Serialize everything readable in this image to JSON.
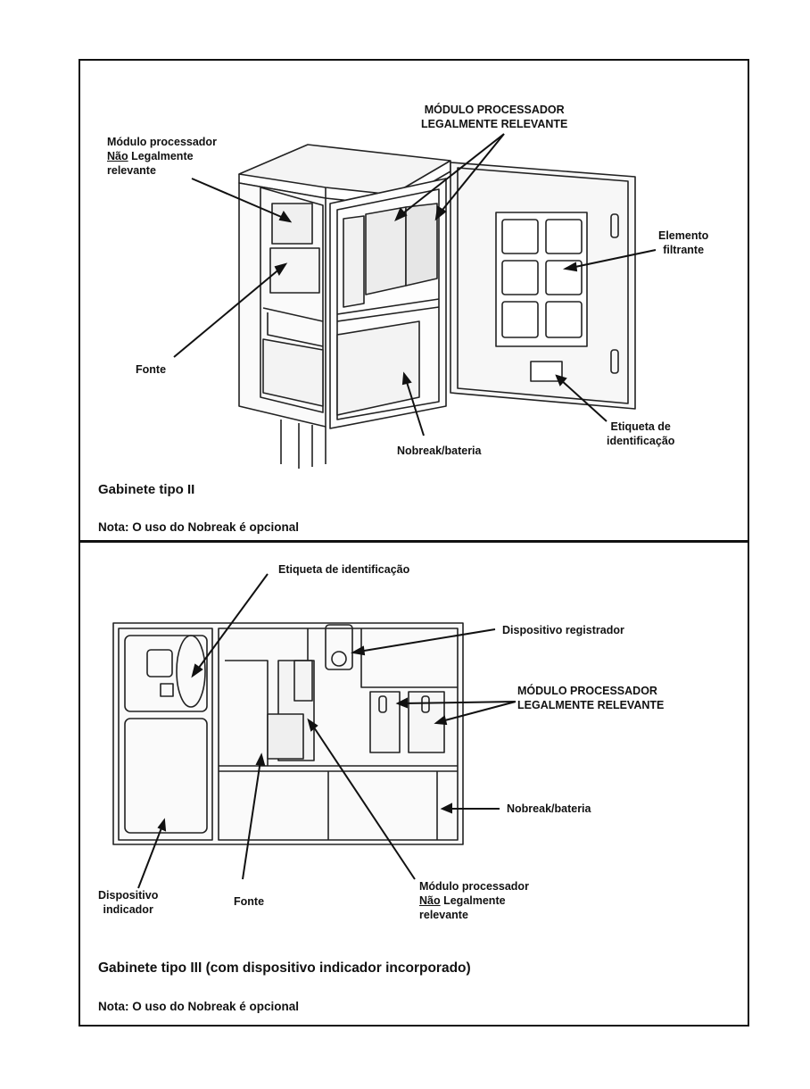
{
  "top_panel": {
    "label_processor_relevant_line1": "MÓDULO PROCESSADOR",
    "label_processor_relevant_line2": "LEGALMENTE RELEVANTE",
    "label_processor_not_relevant_line1": "Módulo processador",
    "label_processor_not_relevant_line2_underlined": "Não",
    "label_processor_not_relevant_line2_rest": " Legalmente",
    "label_processor_not_relevant_line3": "relevante",
    "label_filter_line1": "Elemento",
    "label_filter_line2": "filtrante",
    "label_power_supply": "Fonte",
    "label_ups_battery": "Nobreak/bateria",
    "label_id_tag_line1": "Etiqueta de",
    "label_id_tag_line2": "identificação",
    "caption": "Gabinete tipo II",
    "note": "Nota: O uso do Nobreak é opcional"
  },
  "bottom_panel": {
    "label_id_tag": "Etiqueta de identificação",
    "label_recorder": "Dispositivo registrador",
    "label_processor_relevant_line1": "MÓDULO PROCESSADOR",
    "label_processor_relevant_line2": "LEGALMENTE RELEVANTE",
    "label_ups_battery": "Nobreak/bateria",
    "label_indicator_line1": "Dispositivo",
    "label_indicator_line2": "indicador",
    "label_power_supply": "Fonte",
    "label_processor_not_relevant_line1": "Módulo processador",
    "label_processor_not_relevant_line2_underlined": "Não",
    "label_processor_not_relevant_line2_rest": " Legalmente",
    "label_processor_not_relevant_line3": "relevante",
    "caption": "Gabinete tipo III (com dispositivo indicador incorporado)",
    "note": "Nota: O uso do Nobreak é opcional"
  }
}
